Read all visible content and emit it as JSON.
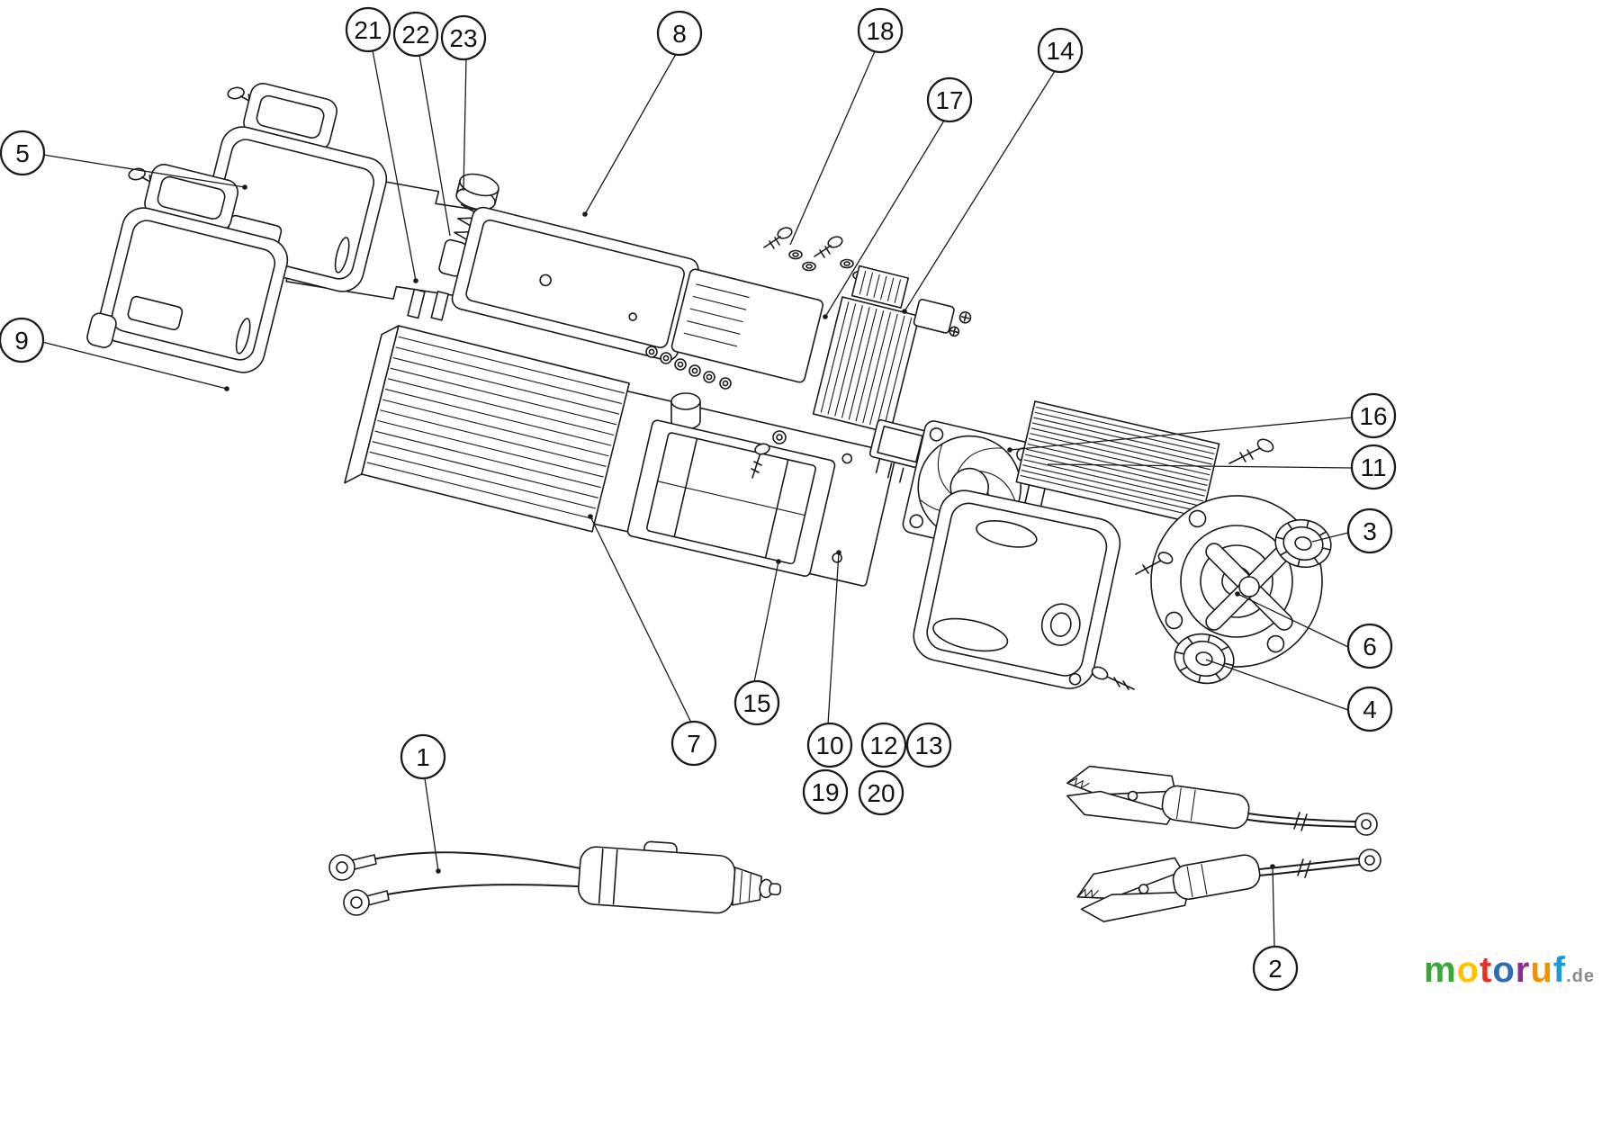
{
  "diagram": {
    "callouts": {
      "c1": "1",
      "c2": "2",
      "c3": "3",
      "c4": "4",
      "c5": "5",
      "c6": "6",
      "c7": "7",
      "c8": "8",
      "c9": "9",
      "c10": "10",
      "c11": "11",
      "c12": "12",
      "c13": "13",
      "c14": "14",
      "c15": "15",
      "c16": "16",
      "c17": "17",
      "c18": "18",
      "c19": "19",
      "c20": "20",
      "c21": "21",
      "c22": "22",
      "c23": "23"
    }
  },
  "logo": {
    "letters": [
      {
        "char": "m",
        "color": "#39a935"
      },
      {
        "char": "o",
        "color": "#fdc300"
      },
      {
        "char": "t",
        "color": "#e63027"
      },
      {
        "char": "o",
        "color": "#2e6db4"
      },
      {
        "char": "r",
        "color": "#8e2d8e"
      },
      {
        "char": "u",
        "color": "#f39200"
      },
      {
        "char": "f",
        "color": "#1c9ad6"
      }
    ],
    "suffix": ".de",
    "suffix_color": "#8a8a8a"
  },
  "colors": {
    "line": "#1a1a1a",
    "background": "#ffffff"
  }
}
